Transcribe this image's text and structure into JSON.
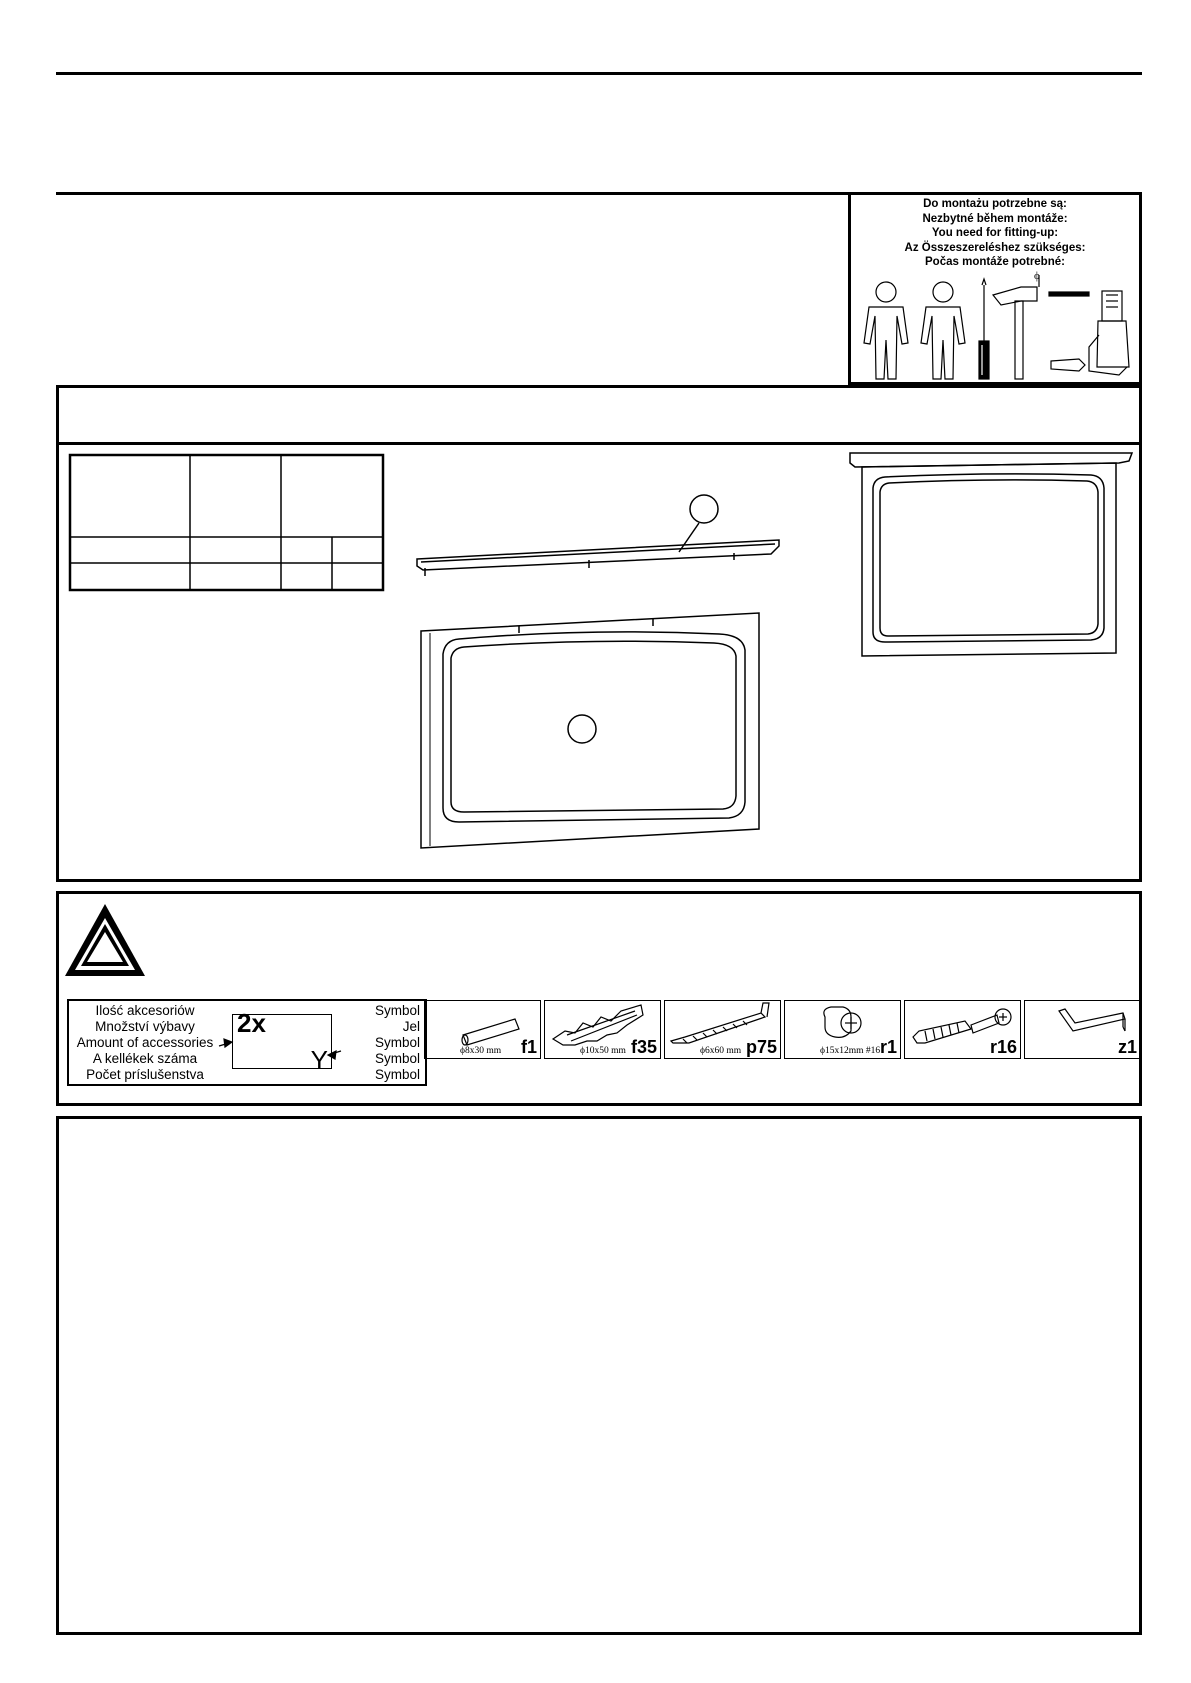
{
  "tools": {
    "lines": [
      "Do montażu potrzebne są:",
      "Nezbytné během montáže:",
      "You need for fitting-up:",
      "Az Összeszereléshez szükséges:",
      "Počas montáže potrebné:"
    ],
    "drill_bit_label": "ϕ",
    "icons": [
      "person-icon",
      "person-icon",
      "screwdriver-icon",
      "hammer-icon",
      "drill-bit-icon",
      "power-drill-icon"
    ]
  },
  "accessories": {
    "legend": {
      "left_lines": [
        "Ilość akcesoriów",
        "Množství výbavy",
        "Amount of accessories",
        "A kellékek száma",
        "Počet príslušenstva"
      ],
      "right_lines": [
        "Symbol",
        "Jel",
        "Symbol",
        "Symbol",
        "Symbol"
      ],
      "example_count": "2x",
      "example_symbol": "Y"
    },
    "items": [
      {
        "code": "f1",
        "dim": "ϕ8x30 mm",
        "icon": "dowel-icon"
      },
      {
        "code": "f35",
        "dim": "ϕ10x50 mm",
        "icon": "wall-plug-icon"
      },
      {
        "code": "p75",
        "dim": "ϕ6x60 mm",
        "icon": "hook-screw-icon"
      },
      {
        "code": "r1",
        "dim": "ϕ15x12mm #16",
        "icon": "cam-lock-icon"
      },
      {
        "code": "r16",
        "dim": "",
        "icon": "connector-bolt-icon"
      },
      {
        "code": "z1",
        "dim": "",
        "icon": "allen-key-icon"
      }
    ]
  },
  "colors": {
    "ink": "#000000",
    "paper": "#ffffff"
  }
}
